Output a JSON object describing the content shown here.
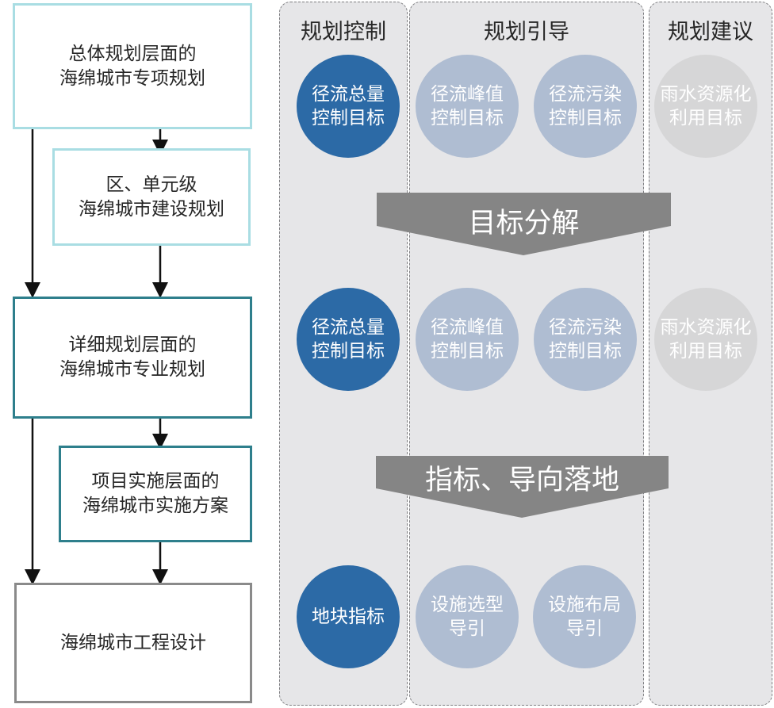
{
  "flow": {
    "box1": "总体规划层面的\n海绵城市专项规划",
    "box2": "区、单元级\n海绵城市建设规划",
    "box3": "详细规划层面的\n海绵城市专业规划",
    "box4": "项目实施层面的\n海绵城市实施方案",
    "box5": "海绵城市工程设计"
  },
  "columns": {
    "control": "规划控制",
    "guidance": "规划引导",
    "suggestion": "规划建议"
  },
  "row1": {
    "c1": "径流总量\n控制目标",
    "c2": "径流峰值\n控制目标",
    "c3": "径流污染\n控制目标",
    "c4": "雨水资源化\n利用目标"
  },
  "arrow1": "目标分解",
  "row2": {
    "c1": "径流总量\n控制目标",
    "c2": "径流峰值\n控制目标",
    "c3": "径流污染\n控制目标",
    "c4": "雨水资源化\n利用目标"
  },
  "arrow2": "指标、导向落地",
  "row3": {
    "c1": "地块指标",
    "c2": "设施选型\n导引",
    "c3": "设施布局\n导引"
  },
  "colors": {
    "control": "#2c6aa6",
    "guidance": "#afbdd2",
    "suggestion": "#d6d6d7",
    "light_border": "#a9dde3",
    "dark_border": "#2e7f8c",
    "gray_border": "#8a8a8a",
    "arrow_fill": "#858585"
  }
}
